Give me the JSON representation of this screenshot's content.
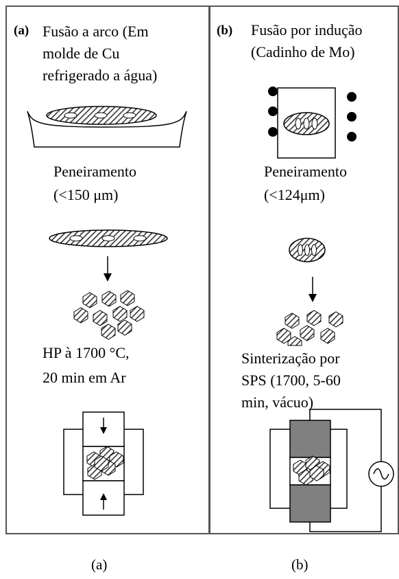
{
  "panel_a": {
    "tag": "(a)",
    "title_lines": [
      "Fusão a arco (Em",
      "molde de Cu",
      "refrigerado a água)"
    ],
    "step1_lines": [
      "Peneiramento",
      "(<150 μm)"
    ],
    "step2_lines": [
      "HP à 1700 °C,",
      "20 min em Ar"
    ]
  },
  "panel_b": {
    "tag": "(b)",
    "title_lines": [
      "Fusão por indução",
      "(Cadinho de Mo)"
    ],
    "step1_lines": [
      "Peneiramento",
      "(<124μm)"
    ],
    "step2_lines": [
      "Sinterização por",
      "SPS (1700, 5-60",
      "min, vácuo)"
    ]
  },
  "captions": {
    "a": "(a)",
    "b": "(b)"
  },
  "colors": {
    "border": "#555555",
    "hatch": "#333333",
    "graphite_die": "#808080"
  }
}
